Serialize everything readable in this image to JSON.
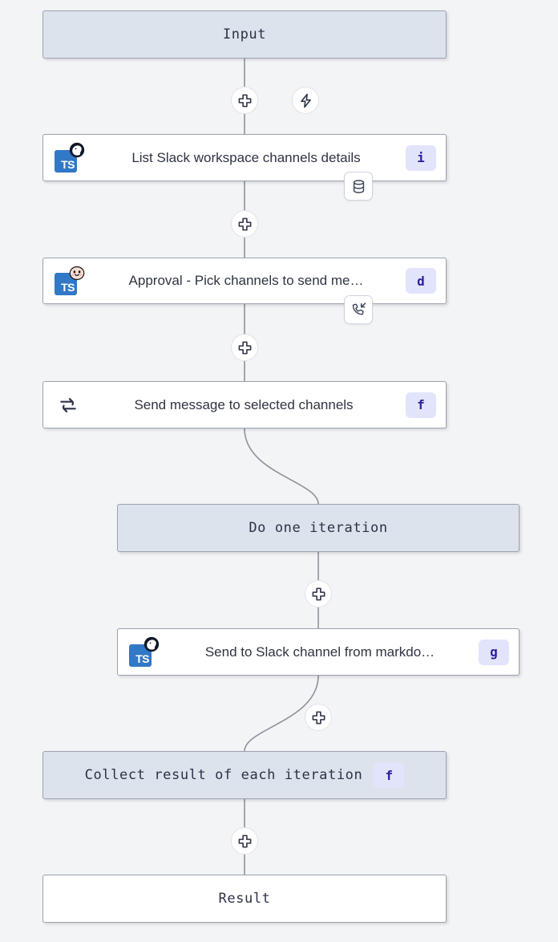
{
  "graph": {
    "background_color": "#f3f4f6",
    "edge_color": "#8d919b",
    "terminal_fill": "#dde3ec",
    "badge_bg": "#e1e4fb",
    "badge_fg": "#2a1f9e",
    "ts_blue": "#3178c6"
  },
  "nodes": {
    "input": {
      "label": "Input",
      "kind": "terminal"
    },
    "list_channels": {
      "label": "List Slack workspace channels details",
      "id": "i",
      "lang_icon": "typescript-deno-icon",
      "chip_icon": "database-icon"
    },
    "approval": {
      "label": "Approval - Pick channels to send me…",
      "id": "d",
      "lang_icon": "typescript-bun-icon",
      "chip_icon": "phone-incoming-icon"
    },
    "send_message": {
      "label": "Send message to selected channels",
      "id": "f",
      "lang_icon": "loop-icon"
    },
    "do_one_iteration": {
      "label": "Do one iteration",
      "kind": "terminal"
    },
    "send_to_slack": {
      "label": "Send to Slack channel from markdo…",
      "id": "g",
      "lang_icon": "typescript-deno-icon"
    },
    "collect_result": {
      "label": "Collect result of each iteration",
      "id": "f",
      "kind": "terminal"
    },
    "result": {
      "label": "Result",
      "kind": "terminal-white"
    }
  },
  "buttons": {
    "add_top": "plus-icon",
    "trigger": "zap-icon",
    "add_after_list": "plus-icon",
    "add_after_approval": "plus-icon",
    "add_in_loop": "plus-icon",
    "add_after_loop_body": "plus-icon",
    "add_before_result": "plus-icon"
  }
}
